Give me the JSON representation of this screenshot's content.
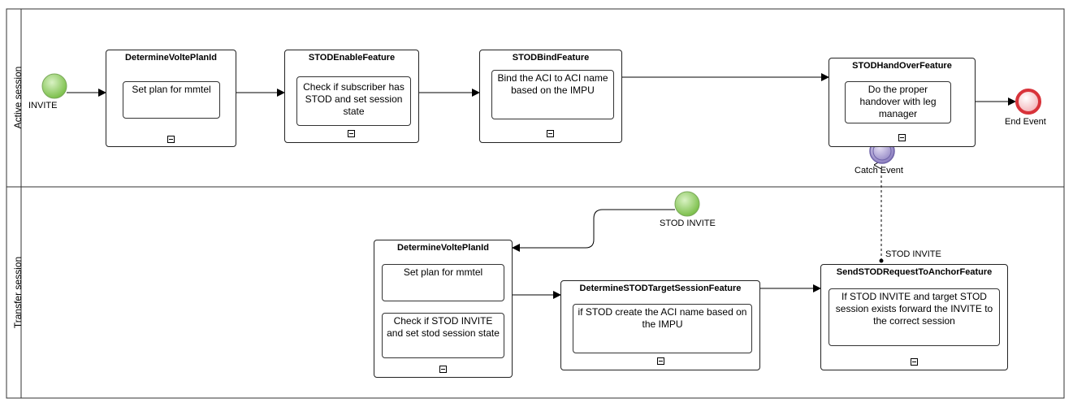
{
  "lanes": {
    "active": "Active session",
    "transfer": "Transfer session"
  },
  "events": {
    "invite_start": "INVITE",
    "end_event": "End Event",
    "catch_event": "Catch Event",
    "stod_invite_start": "STOD INVITE",
    "message_flow_label": "STOD INVITE"
  },
  "subprocesses": {
    "determine_volte_1": {
      "title": "DetermineVoltePlanId",
      "task": "Set plan for mmtel"
    },
    "stod_enable": {
      "title": "STODEnableFeature",
      "task": "Check if subscriber has STOD and set session state"
    },
    "stod_bind": {
      "title": "STODBindFeature",
      "task": "Bind the ACI to ACI name based on the IMPU"
    },
    "stod_handover": {
      "title": "STODHandOverFeature",
      "task": "Do the proper handover with leg manager"
    },
    "determine_volte_2": {
      "title": "DetermineVoltePlanId",
      "task": "Set plan for mmtel",
      "task2": "Check if STOD INVITE and set stod session state"
    },
    "determine_stod_target": {
      "title": "DetermineSTODTargetSessionFeature",
      "task": "if STOD create the ACI name based on the IMPU"
    },
    "send_stod_request": {
      "title": "SendSTODRequestToAnchorFeature",
      "task": "If STOD INVITE and target STOD session exists forward the INVITE to the correct session"
    }
  },
  "colors": {
    "start_event_fill": "#8fcf5e",
    "end_event_ring": "#d8333a",
    "catch_event_fill": "#9d8fc9"
  }
}
